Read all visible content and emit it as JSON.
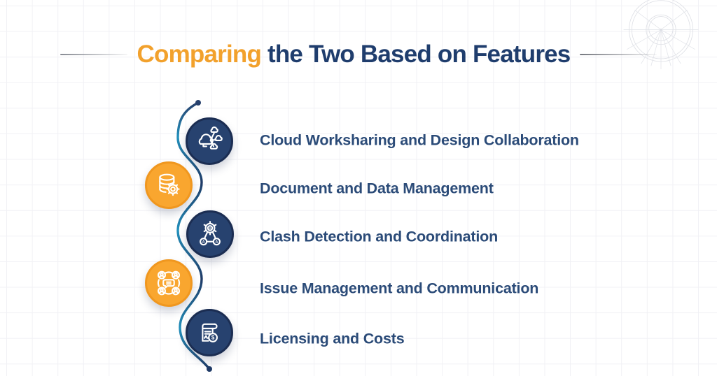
{
  "title": {
    "highlight": "Comparing",
    "rest": "the Two Based on Features"
  },
  "features": [
    {
      "label": "Cloud Worksharing and Design Collaboration",
      "icon": "cloud-network-icon",
      "circle_color": "#27426f"
    },
    {
      "label": "Document and Data Management",
      "icon": "database-gear-icon",
      "circle_color": "#f9a62f"
    },
    {
      "label": "Clash Detection and Coordination",
      "icon": "clash-detection-icon",
      "circle_color": "#27426f"
    },
    {
      "label": "Issue Management and Communication",
      "icon": "issue-communication-icon",
      "circle_color": "#f9a62f"
    },
    {
      "label": "Licensing and Costs",
      "icon": "licensing-costs-icon",
      "circle_color": "#27426f"
    }
  ],
  "icon_glyphs": {
    "letter_a": "A",
    "dollar": "$"
  },
  "colors": {
    "accent_orange": "#f2a12c",
    "title_navy": "#1f3d6d",
    "label_text": "#2b4b78",
    "circle_navy": "#27426f",
    "circle_orange": "#f9a62f",
    "line_teal": "#2391bd",
    "line_navy": "#1f3a66",
    "grid_line": "#f1f1f5",
    "decoration_gray": "#dcdee4"
  }
}
